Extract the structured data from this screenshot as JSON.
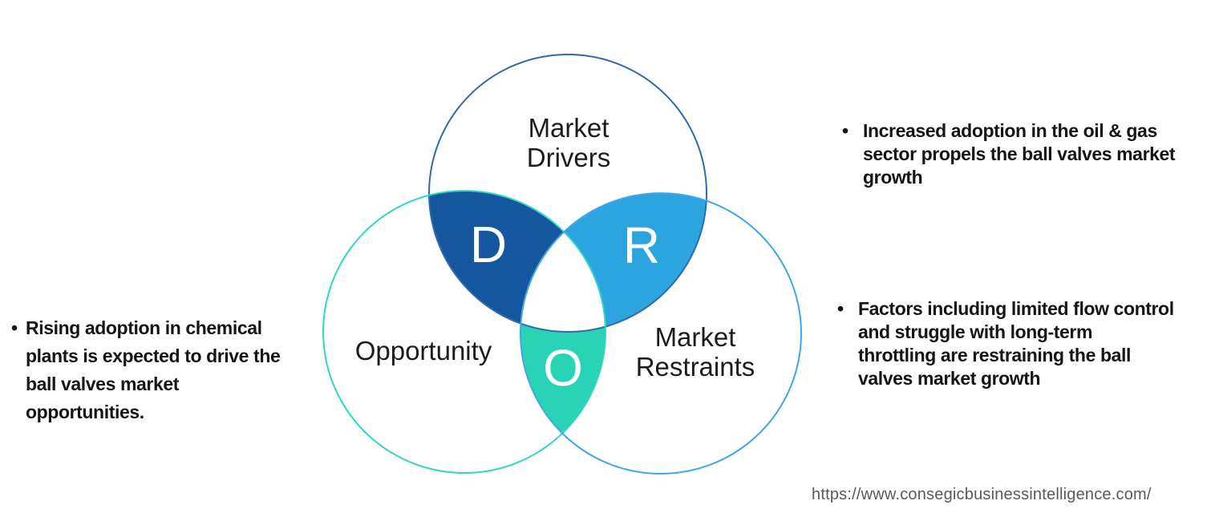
{
  "diagram": {
    "drivers": {
      "label": "Market Drivers",
      "letter": "D"
    },
    "restraints": {
      "label": "Market Restraints",
      "letter": "R"
    },
    "opportunity": {
      "label": "Opportunity",
      "letter": "O"
    },
    "colors": {
      "drivers_outline": "#2F6AAE",
      "restraints_outline": "#41A7E4",
      "opportunity_outline": "#2FD7C2",
      "drivers_overlap_fill": "#15579F",
      "restraints_overlap_fill": "#2CA4E0",
      "opportunity_overlap_fill": "#29D3B5",
      "letter_color": "#FFFFFF"
    }
  },
  "notes": {
    "bullet_char": "•",
    "drivers_note": {
      "lines": [
        "Increased adoption in the oil & gas",
        "sector propels the ball valves market",
        "growth"
      ]
    },
    "restraints_note": {
      "lines": [
        "Factors including limited flow control",
        "and struggle with long-term",
        "throttling are restraining the ball",
        "valves market growth"
      ]
    },
    "opportunity_note": {
      "lines": [
        "Rising adoption in chemical",
        "plants is expected to drive the",
        "ball valves market",
        "opportunities."
      ]
    }
  },
  "footer": {
    "url": "https://www.consegicbusinessintelligence.com/"
  }
}
